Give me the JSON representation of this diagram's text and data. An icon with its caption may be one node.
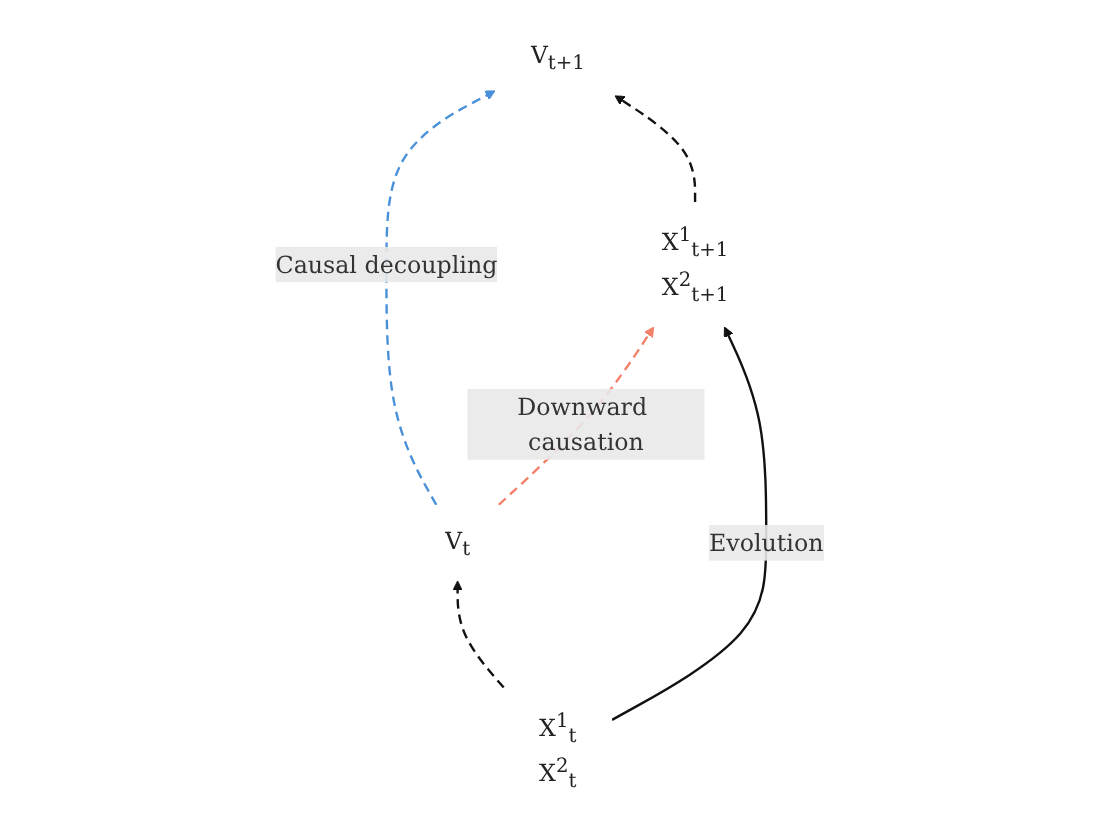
{
  "diagram": {
    "nodes": [
      {
        "text": [
          "V$_{t}$"
        ]
      },
      {
        "text": [
          "V$_{t+1}$"
        ]
      },
      {
        "text": [
          "X$^{1}$$_{t}$",
          "X$^{2}$$_{t}$"
        ]
      },
      {
        "text": [
          "X$^{1}$$_{t+1}$",
          "X$^{2}$$_{t+1}$"
        ]
      }
    ],
    "edges": [
      {
        "from": 0,
        "to": 1,
        "arrow": "to",
        "label": "Causal decoupling",
        "style": "dashed",
        "color": "#4a90d9"
      },
      {
        "from": 2,
        "to": 0,
        "arrow": "to",
        "style": "dashed"
      },
      {
        "from": 0,
        "to": 3,
        "arrow": "to",
        "label": "Downward causation",
        "style": "dashed",
        "color": "#f4806a"
      },
      {
        "from": 3,
        "to": 1,
        "arrow": "to",
        "style": "dashed"
      },
      {
        "from": 2,
        "to": 3,
        "arrow": "to",
        "label": "Evolution"
      }
    ]
  }
}
